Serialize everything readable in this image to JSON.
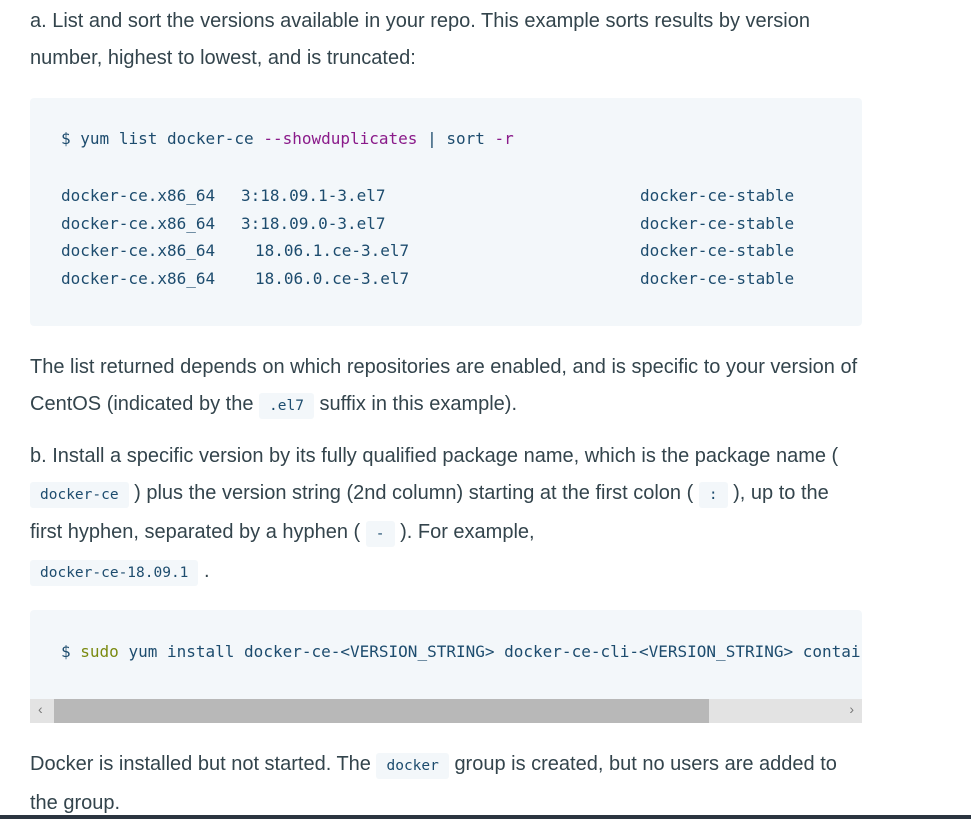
{
  "step_a": "a. List and sort the versions available in your repo. This example sorts results by version number, highest to lowest, and is truncated:",
  "code1": {
    "prompt": "$",
    "cmd": "yum list docker-ce",
    "flag": "--showduplicates",
    "pipe": "|",
    "cmd2": "sort",
    "flag2": "-r",
    "rows": [
      [
        "docker-ce.x86_64",
        "3:18.09.1-3.el7",
        "docker-ce-stable"
      ],
      [
        "docker-ce.x86_64",
        "3:18.09.0-3.el7",
        "docker-ce-stable"
      ],
      [
        "docker-ce.x86_64",
        "18.06.1.ce-3.el7",
        "docker-ce-stable"
      ],
      [
        "docker-ce.x86_64",
        "18.06.0.ce-3.el7",
        "docker-ce-stable"
      ]
    ]
  },
  "para1": {
    "t1": "The list returned depends on which repositories are enabled, and is specific to your version of CentOS (indicated by the",
    "code": ".el7",
    "t2": "suffix in this example)."
  },
  "step_b": {
    "t1": "b. Install a specific version by its fully qualified package name, which is the package name (",
    "c1": "docker-ce",
    "t2": ") plus the version string (2nd column) starting at the first colon (",
    "c2": ":",
    "t3": "), up to the first hyphen, separated by a hyphen (",
    "c3": "-",
    "t4": "). For example,",
    "c4": "docker-ce-18.09.1",
    "t5": "."
  },
  "code2": {
    "prompt": "$",
    "sudo": "sudo",
    "rest": "yum install docker-ce-<VERSION_STRING> docker-ce-cli-<VERSION_STRING> containerd.io"
  },
  "para2": {
    "t1": "Docker is installed but not started. The",
    "code": "docker",
    "t2": "group is created, but no users are added to the group."
  },
  "scroll": {
    "left": "‹",
    "right": "›"
  }
}
